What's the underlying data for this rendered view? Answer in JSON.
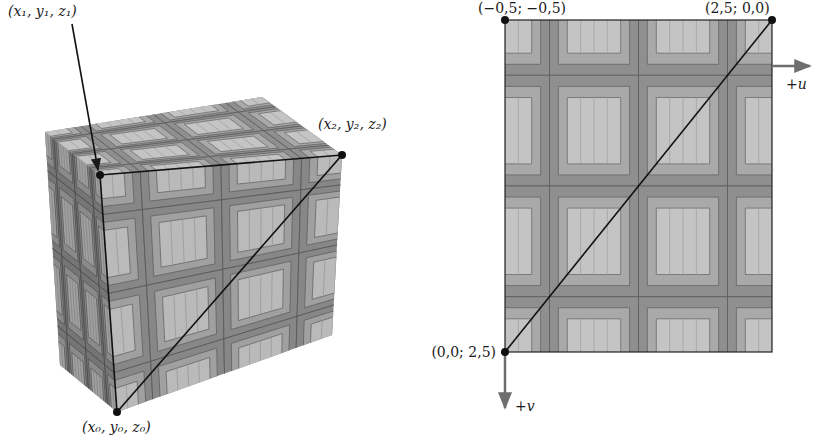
{
  "diagram": {
    "labels": [
      "(x₁, y₁, z₁)",
      "(x₂, y₂, z₂)",
      "(x₀, y₀, z₀)",
      "(−0,5; −0,5)",
      "(2,5; 0,0)",
      "(0,0; 2,5)",
      "+u",
      "+v"
    ]
  }
}
